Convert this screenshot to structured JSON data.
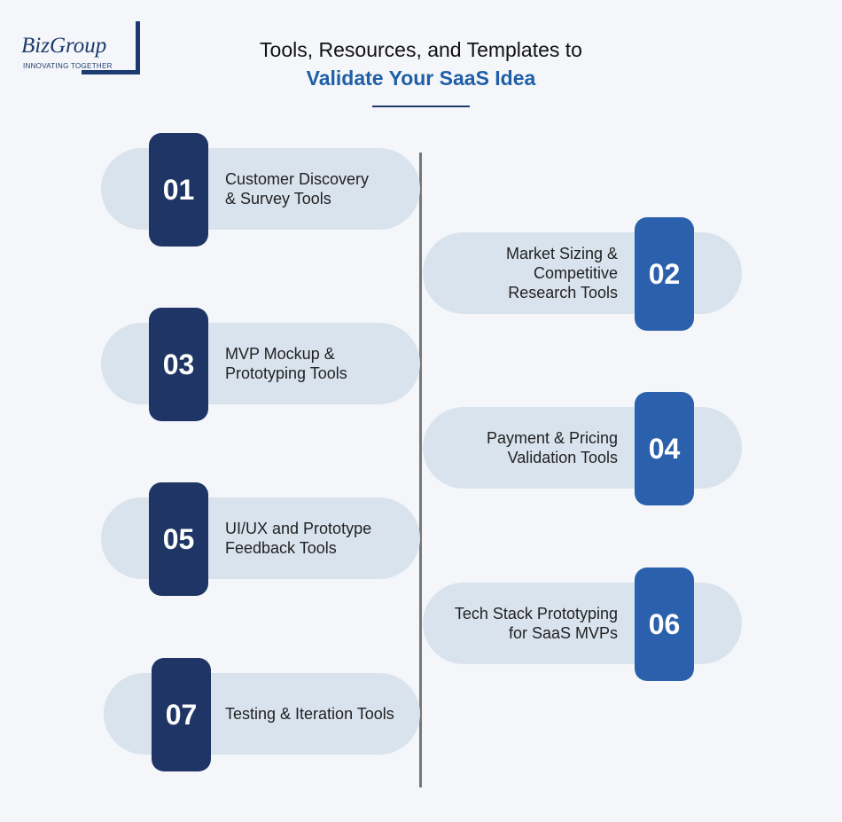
{
  "logo": {
    "name": "BizGroup",
    "tagline": "INNOVATING TOGETHER"
  },
  "header": {
    "title_line1": "Tools, Resources, and Templates to",
    "title_line2": "Validate Your SaaS Idea"
  },
  "colors": {
    "dark_tab": "#1e3565",
    "blue_tab": "#2b61ac",
    "pill": "#d9e3ee",
    "title_accent": "#1f5fa8"
  },
  "steps": [
    {
      "number": "01",
      "label": "Customer Discovery\n& Survey Tools",
      "side": "left"
    },
    {
      "number": "02",
      "label": "Market Sizing &\nCompetitive\nResearch Tools",
      "side": "right"
    },
    {
      "number": "03",
      "label": "MVP Mockup &\nPrototyping Tools",
      "side": "left"
    },
    {
      "number": "04",
      "label": "Payment & Pricing\nValidation Tools",
      "side": "right"
    },
    {
      "number": "05",
      "label": "UI/UX and Prototype\nFeedback Tools",
      "side": "left"
    },
    {
      "number": "06",
      "label": "Tech Stack Prototyping\nfor SaaS MVPs",
      "side": "right"
    },
    {
      "number": "07",
      "label": "Testing & Iteration Tools",
      "side": "left"
    }
  ]
}
